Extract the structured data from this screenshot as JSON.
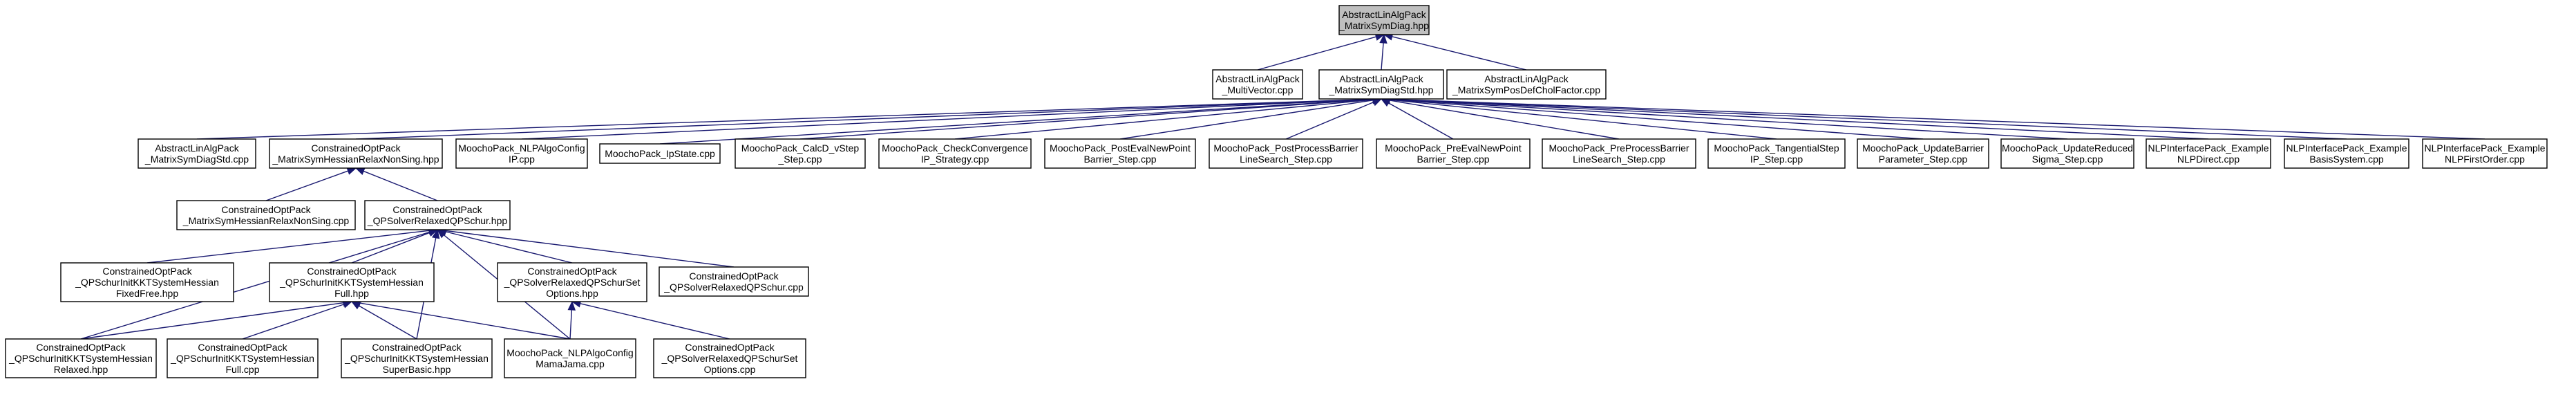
{
  "nodes": [
    {
      "id": "n0",
      "lines": [
        "AbstractLinAlgPack",
        "_MatrixSymDiag.hpp"
      ],
      "highlight": true
    },
    {
      "id": "n1",
      "lines": [
        "AbstractLinAlgPack",
        "_MultiVector.cpp"
      ]
    },
    {
      "id": "n2",
      "lines": [
        "AbstractLinAlgPack",
        "_MatrixSymDiagStd.hpp"
      ]
    },
    {
      "id": "n3",
      "lines": [
        "AbstractLinAlgPack",
        "_MatrixSymPosDefCholFactor.cpp"
      ]
    },
    {
      "id": "n4",
      "lines": [
        "AbstractLinAlgPack",
        "_MatrixSymDiagStd.cpp"
      ]
    },
    {
      "id": "n5",
      "lines": [
        "ConstrainedOptPack",
        "_MatrixSymHessianRelaxNonSing.hpp"
      ]
    },
    {
      "id": "n6",
      "lines": [
        "MoochoPack_NLPAlgoConfig",
        "IP.cpp"
      ]
    },
    {
      "id": "n7",
      "lines": [
        "MoochoPack_IpState.cpp"
      ]
    },
    {
      "id": "n8",
      "lines": [
        "MoochoPack_CalcD_vStep",
        "_Step.cpp"
      ]
    },
    {
      "id": "n9",
      "lines": [
        "MoochoPack_CheckConvergence",
        "IP_Strategy.cpp"
      ]
    },
    {
      "id": "n10",
      "lines": [
        "MoochoPack_PostEvalNewPoint",
        "Barrier_Step.cpp"
      ]
    },
    {
      "id": "n11",
      "lines": [
        "MoochoPack_PostProcessBarrier",
        "LineSearch_Step.cpp"
      ]
    },
    {
      "id": "n12",
      "lines": [
        "MoochoPack_PreEvalNewPoint",
        "Barrier_Step.cpp"
      ]
    },
    {
      "id": "n13",
      "lines": [
        "MoochoPack_PreProcessBarrier",
        "LineSearch_Step.cpp"
      ]
    },
    {
      "id": "n14",
      "lines": [
        "MoochoPack_TangentialStep",
        "IP_Step.cpp"
      ]
    },
    {
      "id": "n15",
      "lines": [
        "MoochoPack_UpdateBarrier",
        "Parameter_Step.cpp"
      ]
    },
    {
      "id": "n16",
      "lines": [
        "MoochoPack_UpdateReduced",
        "Sigma_Step.cpp"
      ]
    },
    {
      "id": "n17",
      "lines": [
        "NLPInterfacePack_Example",
        "NLPDirect.cpp"
      ]
    },
    {
      "id": "n18",
      "lines": [
        "NLPInterfacePack_Example",
        "BasisSystem.cpp"
      ]
    },
    {
      "id": "n19",
      "lines": [
        "NLPInterfacePack_Example",
        "NLPFirstOrder.cpp"
      ]
    },
    {
      "id": "n20",
      "lines": [
        "ConstrainedOptPack",
        "_MatrixSymHessianRelaxNonSing.cpp"
      ]
    },
    {
      "id": "n21",
      "lines": [
        "ConstrainedOptPack",
        "_QPSolverRelaxedQPSchur.hpp"
      ]
    },
    {
      "id": "n22",
      "lines": [
        "ConstrainedOptPack",
        "_QPSchurInitKKTSystemHessian",
        "FixedFree.hpp"
      ]
    },
    {
      "id": "n23",
      "lines": [
        "ConstrainedOptPack",
        "_QPSchurInitKKTSystemHessian",
        "Full.hpp"
      ]
    },
    {
      "id": "n24",
      "lines": [
        "ConstrainedOptPack",
        "_QPSolverRelaxedQPSchurSet",
        "Options.hpp"
      ]
    },
    {
      "id": "n25",
      "lines": [
        "ConstrainedOptPack",
        "_QPSolverRelaxedQPSchur.cpp"
      ]
    },
    {
      "id": "n26",
      "lines": [
        "ConstrainedOptPack",
        "_QPSchurInitKKTSystemHessian",
        "Relaxed.hpp"
      ]
    },
    {
      "id": "n27",
      "lines": [
        "ConstrainedOptPack",
        "_QPSchurInitKKTSystemHessian",
        "Full.cpp"
      ]
    },
    {
      "id": "n28",
      "lines": [
        "ConstrainedOptPack",
        "_QPSchurInitKKTSystemHessian",
        "SuperBasic.hpp"
      ]
    },
    {
      "id": "n29",
      "lines": [
        "MoochoPack_NLPAlgoConfig",
        "MamaJama.cpp"
      ]
    },
    {
      "id": "n30",
      "lines": [
        "ConstrainedOptPack",
        "_QPSolverRelaxedQPSchurSet",
        "Options.cpp"
      ]
    }
  ],
  "edges": [
    {
      "from": "n1",
      "to": "n0"
    },
    {
      "from": "n2",
      "to": "n0"
    },
    {
      "from": "n3",
      "to": "n0"
    },
    {
      "from": "n4",
      "to": "n2"
    },
    {
      "from": "n5",
      "to": "n2"
    },
    {
      "from": "n6",
      "to": "n2"
    },
    {
      "from": "n7",
      "to": "n2"
    },
    {
      "from": "n8",
      "to": "n2"
    },
    {
      "from": "n9",
      "to": "n2"
    },
    {
      "from": "n10",
      "to": "n2"
    },
    {
      "from": "n11",
      "to": "n2"
    },
    {
      "from": "n12",
      "to": "n2"
    },
    {
      "from": "n13",
      "to": "n2"
    },
    {
      "from": "n14",
      "to": "n2"
    },
    {
      "from": "n15",
      "to": "n2"
    },
    {
      "from": "n16",
      "to": "n2"
    },
    {
      "from": "n17",
      "to": "n2"
    },
    {
      "from": "n18",
      "to": "n2"
    },
    {
      "from": "n19",
      "to": "n2"
    },
    {
      "from": "n20",
      "to": "n5"
    },
    {
      "from": "n21",
      "to": "n5"
    },
    {
      "from": "n22",
      "to": "n21"
    },
    {
      "from": "n23",
      "to": "n21"
    },
    {
      "from": "n24",
      "to": "n21"
    },
    {
      "from": "n25",
      "to": "n21"
    },
    {
      "from": "n26",
      "to": "n21"
    },
    {
      "from": "n28",
      "to": "n21"
    },
    {
      "from": "n29",
      "to": "n21"
    },
    {
      "from": "n26",
      "to": "n23"
    },
    {
      "from": "n27",
      "to": "n23"
    },
    {
      "from": "n28",
      "to": "n23"
    },
    {
      "from": "n29",
      "to": "n23"
    },
    {
      "from": "n29",
      "to": "n24"
    },
    {
      "from": "n30",
      "to": "n24"
    }
  ]
}
